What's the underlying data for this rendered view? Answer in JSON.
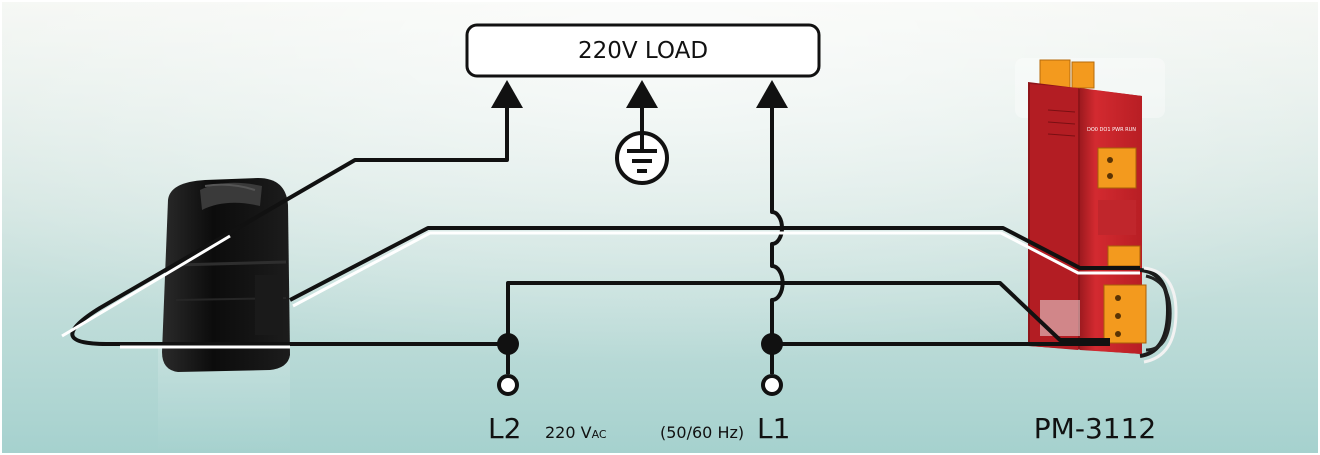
{
  "load": {
    "label": "220V LOAD"
  },
  "terminals": {
    "l2": "L2",
    "l1": "L1",
    "voltage_value": "220 V",
    "voltage_sub": "AC",
    "frequency": "(50/60 Hz)"
  },
  "meter": {
    "model": "PM-3112",
    "panel_text": "DO0 DO1 PWR RUN"
  },
  "colors": {
    "wire": "#111111",
    "meter_body": "#c8232a",
    "connector": "#f39a1e",
    "background_top": "#f3f5f1",
    "background_bottom": "#a9d3d0"
  },
  "icons": {
    "ground": "ground-icon",
    "current_transformer": "current-transformer-icon",
    "arrows": "arrow-up-icon",
    "junction": "junction-dot-icon",
    "terminal": "terminal-ring-icon"
  }
}
